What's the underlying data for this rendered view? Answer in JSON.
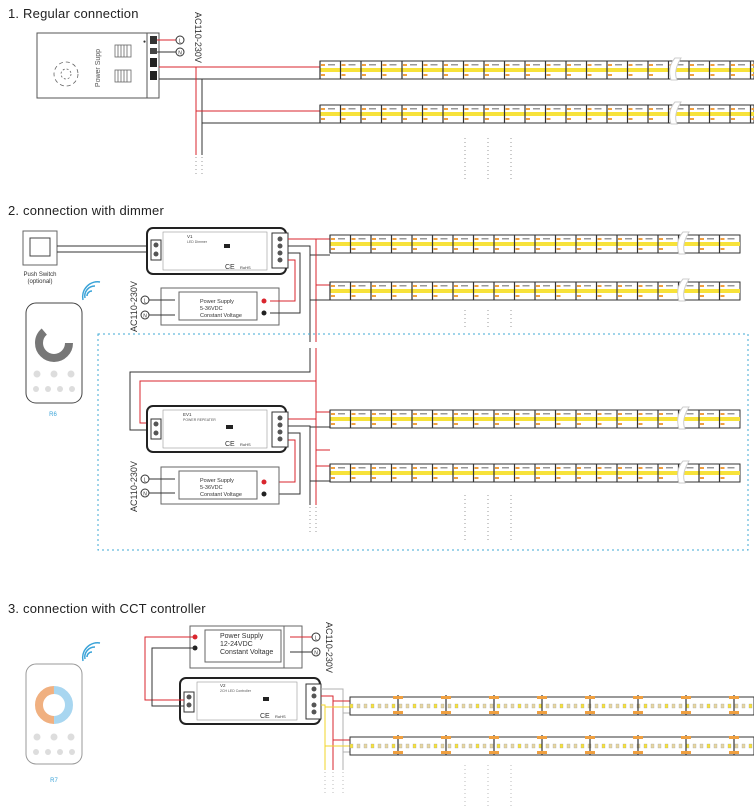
{
  "sections": [
    {
      "id": 1,
      "title": "1. Regular connection"
    },
    {
      "id": 2,
      "title": "2. connection with dimmer"
    },
    {
      "id": 3,
      "title": "3. connection with CCT controller"
    }
  ],
  "labels": {
    "ac_input": "AC110-230V",
    "live_symbol": "L",
    "neutral_symbol": "N",
    "power_supp_text": "Power Supp",
    "push_switch": "Push Switch",
    "push_switch_optional": "(optional)",
    "ce_mark": "CE",
    "rohs": "RoHS"
  },
  "devices": {
    "dimmer": {
      "model": "V1",
      "name": "LED Dimmer"
    },
    "repeater": {
      "model": "EV1",
      "name": "POWER REPEATER"
    },
    "cct_controller": {
      "model": "V2",
      "name": "2CH LED Controller"
    },
    "psu_section2": {
      "line1": "Power Supply",
      "line2": "5-36VDC",
      "line3": "Constant Voltage"
    },
    "psu_section3": {
      "line1": "Power Supply",
      "line2": "12-24VDC",
      "line3": "Constant Voltage"
    }
  },
  "remotes": [
    {
      "model": "R6",
      "wheel": "brightness"
    },
    {
      "model": "R7",
      "wheel": "cct"
    }
  ],
  "colors": {
    "positive_wire": "#d9262e",
    "negative_wire": "#333333",
    "cct_wire": "#f2d42a",
    "ground_wire": "#b0b0b0",
    "led_yellow": "#f7e23a",
    "led_orange": "#f0a040",
    "wireless": "#3aa3d8",
    "dashed_box": "#3fa9d6"
  }
}
